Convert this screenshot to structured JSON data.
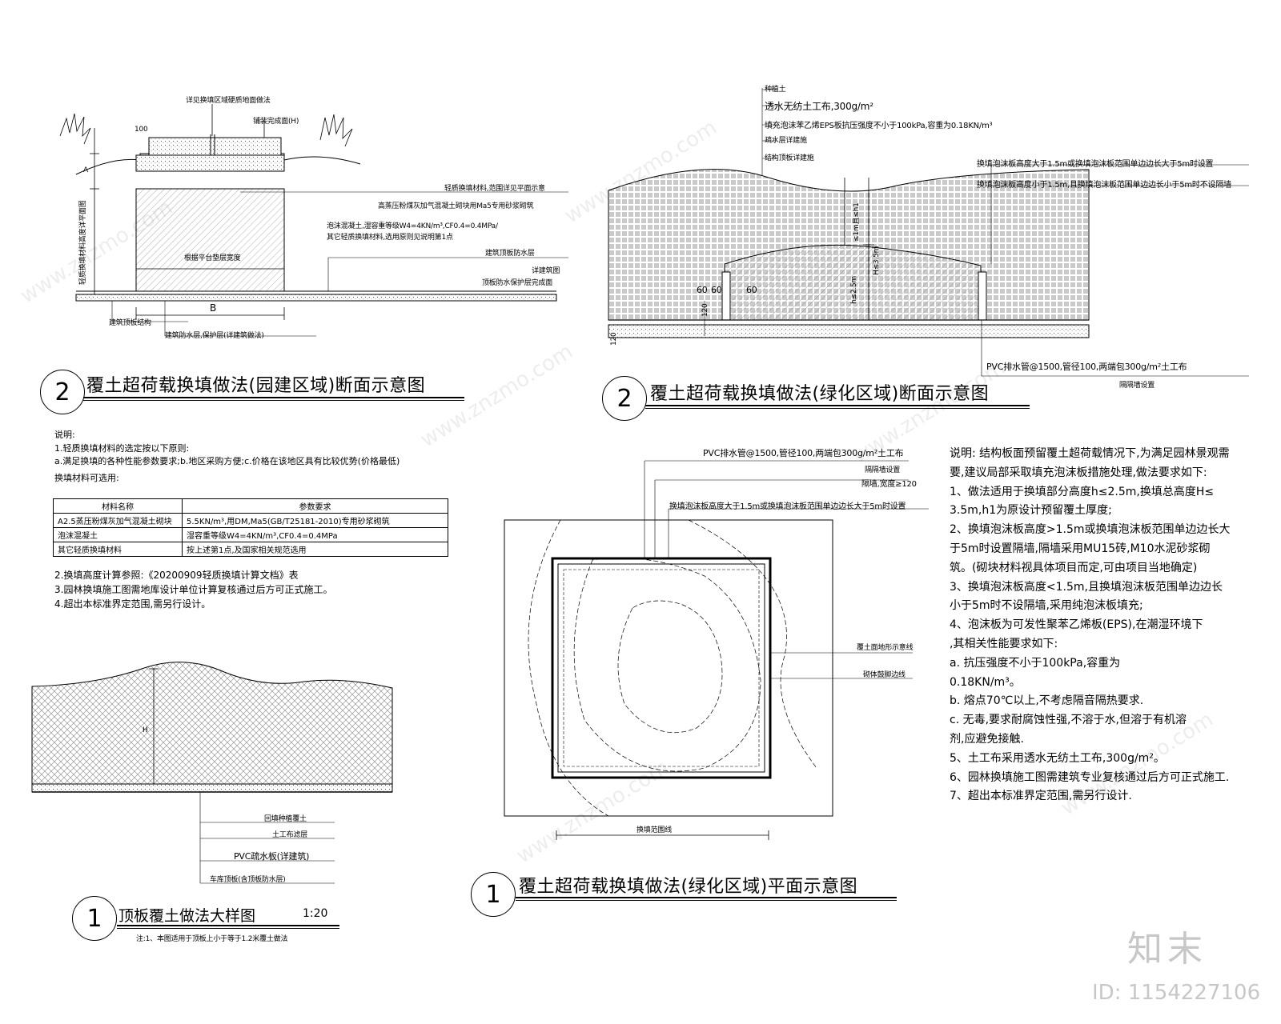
{
  "watermark": {
    "text": "www.znzmo.com",
    "logo": "知末",
    "id_text": "ID: 1154227106"
  },
  "section_yuanjian": {
    "number": "2",
    "title": "覆土超荷载换填做法(园建区域)断面示意图",
    "labels": {
      "top_ref": "详见换填区域硬质地面做法",
      "pave_finish": "铺装完成面(H)",
      "dim_100": "100",
      "dim_A": "A",
      "left_vert": "轻质换填材料高度详平面图",
      "light_fill": "轻质换填材料,范围详见平面示意",
      "aac_block": "高蒸压粉煤灰加气混凝土砌块用Ma5专用砂浆砌筑",
      "foam_concrete": "泡沫混凝土,湿容重等级W4=4KN/m³,CF0.4=0.4MPa/",
      "other_light": "其它轻质换填材料,选用原则见说明第1点",
      "roof_waterproof": "建筑顶板防水层",
      "see_arch": "详建筑图",
      "roof_protect": "顶板防水保护层完成面",
      "slab_thickness": "根据平台垫层宽度",
      "dim_B": "B",
      "roof_struct": "建筑顶板结构",
      "waterproof_protect": "建筑防水层,保护层(详建筑做法)"
    }
  },
  "section_lvhua": {
    "number": "2",
    "title": "覆土超荷载换填做法(绿化区域)断面示意图",
    "labels": {
      "l1": "种植土",
      "l2": "透水无纺土工布,300g/m²",
      "l3": "填充泡沫苯乙烯EPS板抗压强度不小于100kPa,容重为0.18KN/m³",
      "l4": "疏水层详建施",
      "l5": "结构顶板详建施",
      "r1": "换填泡沫板高度大于1.5m或换填泡沫板范围单边边长大于5m时设置",
      "r2": "换填泡沫板高度小于1.5m,且换填泡沫板范围单边边长小于5m时不设隔墙",
      "dim_h1": "≤1m且≤h1",
      "dim_H": "H≤3.5m",
      "dim_h": "h≤2.5m",
      "dim_60a": "60",
      "dim_60b": "60",
      "dim_60c": "60",
      "dim_120": "120",
      "dim_1201": "120",
      "pvc": "PVC排水管@1500,管径100,两端包300g/m²土工布",
      "wall": "隔隔墙设置"
    }
  },
  "notes_left": {
    "header": "说明:",
    "n1": "1.轻质换填材料的选定按以下原则:",
    "n1a": "a.满足换填的各种性能参数要求;b.地区采购方便;c.价格在该地区具有比较优势(价格最低)",
    "n_avail": "换填材料可选用:",
    "table": {
      "head": [
        "材料名称",
        "参数要求"
      ],
      "rows": [
        [
          "A2.5蒸压粉煤灰加气混凝土砌块",
          "5.5KN/m³,用DM,Ma5(GB/T25181-2010)专用砂浆砌筑"
        ],
        [
          "泡沫混凝土",
          "湿容重等级W4=4KN/m³,CF0.4=0.4MPa"
        ],
        [
          "其它轻质换填材料",
          "按上述第1点,及国家相关规范选用"
        ]
      ]
    },
    "n2": "2.换填高度计算参照:《20200909轻质换填计算文档》表",
    "n3": "3.园林换填施工图需地库设计单位计算复核通过后方可正式施工。",
    "n4": "4.超出本标准界定范围,需另行设计。"
  },
  "detail_slab": {
    "number": "1",
    "title": "顶板覆土做法大样图",
    "scale": "1:20",
    "dim_H": "H",
    "labels": {
      "a": "回填种植覆土",
      "b": "土工布滤层",
      "c": "PVC疏水板(详建筑)",
      "d": "车库顶板(含顶板防水层)"
    },
    "note": "注:1、本图适用于顶板上小于等于1.2米覆土做法"
  },
  "plan_lvhua": {
    "number": "1",
    "title": "覆土超荷载换填做法(绿化区域)平面示意图",
    "labels": {
      "pvc": "PVC排水管@1500,管径100,两端包300g/m²土工布",
      "wall": "隔隔墙设置",
      "wall_w": "隔墙,宽度≥120",
      "cond": "换填泡沫板高度大于1.5m或换填泡沫板范围单边边长大于5m时设置",
      "contour": "覆土面地形示意线",
      "brick": "砌体鼓脚边线",
      "range": "换填范围线"
    }
  },
  "notes_right": {
    "lines": [
      "说明: 结构板面预留覆土超荷载情况下,为满足园林景观需",
      "要,建议局部采取填充泡沫板措施处理,做法要求如下:",
      "1、做法适用于换填部分高度h≤2.5m,换填总高度H≤",
      "3.5m,h1为原设计预留覆土厚度;",
      "2、换填泡沫板高度>1.5m或换填泡沫板范围单边边长大",
      "于5m时设置隔墙,隔墙采用MU15砖,M10水泥砂浆砌",
      "筑。(砌块材料视具体项目而定,可由项目当地确定)",
      "3、换填泡沫板高度<1.5m,且换填泡沫板范围单边边长",
      "小于5m时不设隔墙,采用纯泡沫板填充;",
      "4、泡沫板为可发性聚苯乙烯板(EPS),在潮湿环境下",
      ",其相关性能要求如下:",
      "    a. 抗压强度不小于100kPa,容重为",
      "0.18KN/m³。",
      "    b. 熔点70℃以上,不考虑隔音隔热要求.",
      "    c. 无毒,要求耐腐蚀性强,不溶于水,但溶于有机溶",
      "剂,应避免接触.",
      "5、土工布采用透水无纺土工布,300g/m²。",
      "6、园林换填施工图需建筑专业复核通过后方可正式施工.",
      "7、超出本标准界定范围,需另行设计."
    ]
  }
}
